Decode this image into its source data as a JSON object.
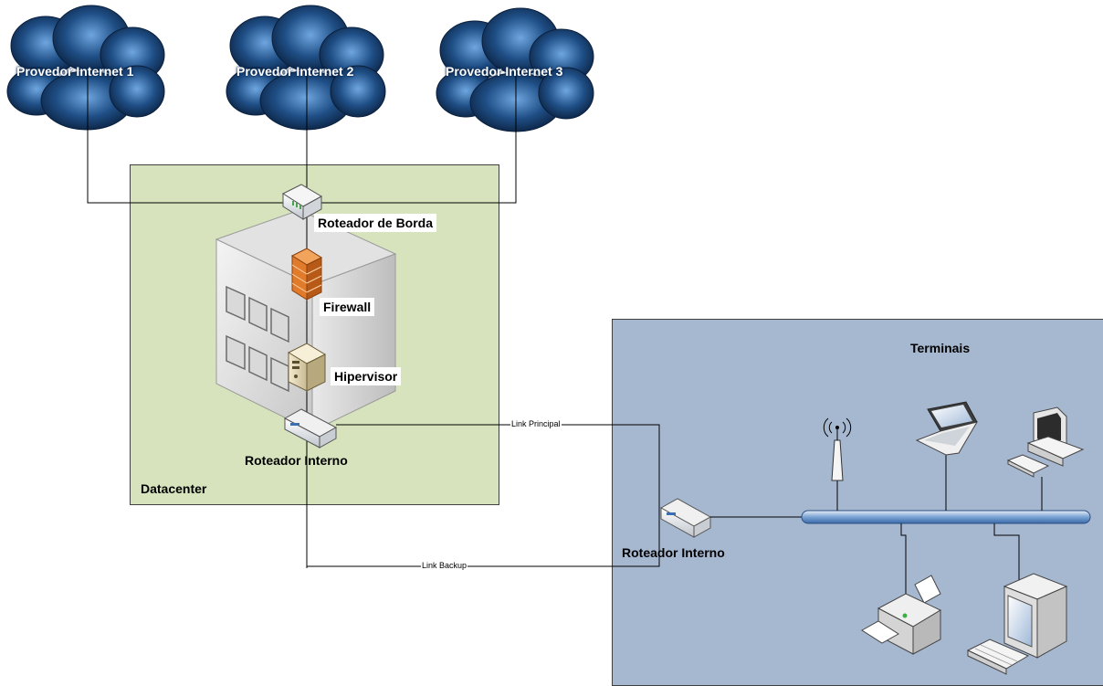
{
  "diagram": {
    "zones": {
      "datacenter": "Datacenter",
      "terminals": "Terminais"
    },
    "providers": [
      "Provedor Internet 1",
      "Provedor Internet 2",
      "Provedor Internet 3"
    ],
    "devices": {
      "edge_router": "Roteador de Borda",
      "firewall": "Firewall",
      "hypervisor": "Hipervisor",
      "dc_internal_router": "Roteador Interno",
      "term_internal_router": "Roteador Interno"
    },
    "links": {
      "primary": "Link Principal",
      "backup": "Link Backup"
    },
    "icons": [
      "cloud-icon",
      "building-icon",
      "router-icon",
      "firewall-icon",
      "server-icon",
      "wireless-ap-icon",
      "laptop-icon",
      "workstation-icon",
      "printer-icon",
      "monitor-icon",
      "keyboard-icon",
      "network-bus-icon"
    ],
    "colors": {
      "datacenter_fill": "#d6e3bc",
      "terminals_fill": "#a6b7d0",
      "cloud_fill": "#1f4f86",
      "firewall": "#e07b2c"
    }
  }
}
